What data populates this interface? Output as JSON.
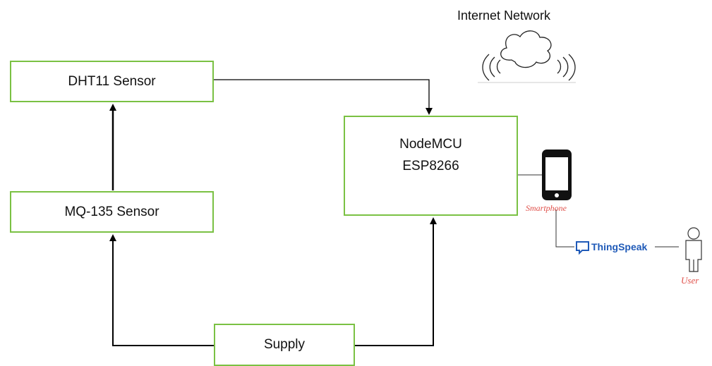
{
  "diagram": {
    "blocks": {
      "dht": "DHT11 Sensor",
      "mq": "MQ-135 Sensor",
      "node_line1": "NodeMCU",
      "node_line2": "ESP8266",
      "supply": "Supply"
    },
    "internet_label": "Internet Network",
    "smartphone_label": "Smartphone",
    "thingspeak_label": "ThingSpeak",
    "user_label": "User",
    "icons": [
      "cloud-icon",
      "smartphone-icon",
      "thingspeak-chat-icon",
      "user-icon"
    ],
    "colors": {
      "block_border": "#7ac143",
      "label_red": "#e0504a",
      "thingspeak_blue": "#1f5ab8"
    }
  }
}
